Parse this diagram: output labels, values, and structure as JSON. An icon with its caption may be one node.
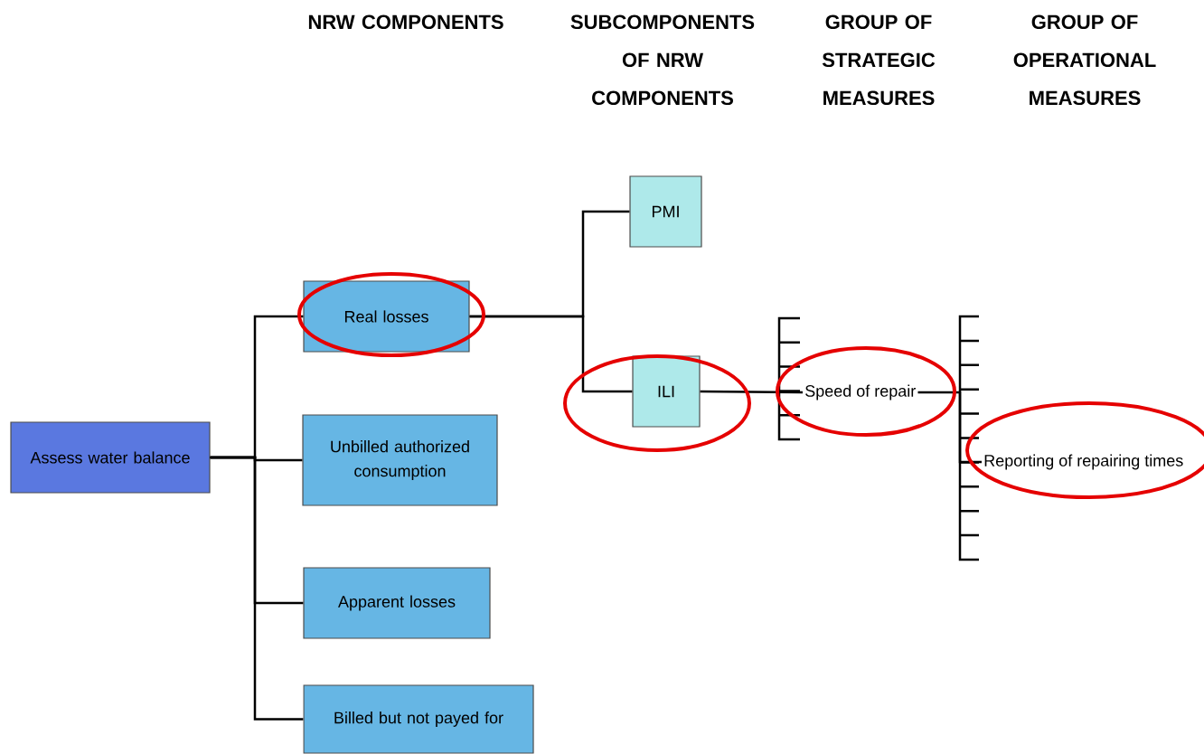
{
  "diagram": {
    "nodes": [
      {
        "text": [
          "Assess water balance"
        ]
      },
      {
        "text": [
          "Real losses"
        ]
      },
      {
        "text": [
          "Unbilled authorized consumption"
        ]
      },
      {
        "text": [
          "Apparent losses"
        ]
      },
      {
        "text": [
          "Billed but not payed for"
        ]
      },
      {
        "text": [
          "PMI"
        ]
      },
      {
        "text": [
          "ILI"
        ]
      },
      {
        "text": [
          "Speed of repair"
        ]
      },
      {
        "text": [
          "Reporting of repairing times"
        ]
      }
    ],
    "edges": [
      {
        "from": 0,
        "to": 1,
        "arrow": "none"
      },
      {
        "from": 0,
        "to": 2,
        "arrow": "none"
      },
      {
        "from": 0,
        "to": 3,
        "arrow": "none"
      },
      {
        "from": 0,
        "to": 4,
        "arrow": "none"
      },
      {
        "from": 1,
        "to": 5,
        "arrow": "none"
      },
      {
        "from": 1,
        "to": 6,
        "arrow": "none"
      },
      {
        "from": 6,
        "to": 7,
        "arrow": "none"
      },
      {
        "from": 7,
        "to": 8,
        "arrow": "none"
      }
    ],
    "labels": [
      "NRW COMPONENTS",
      "SUBCOMPONENTS OF NRW COMPONENTS",
      "GROUP OF STRATEGIC MEASURES",
      "GROUP OF OPERATIONAL MEASURES"
    ]
  }
}
